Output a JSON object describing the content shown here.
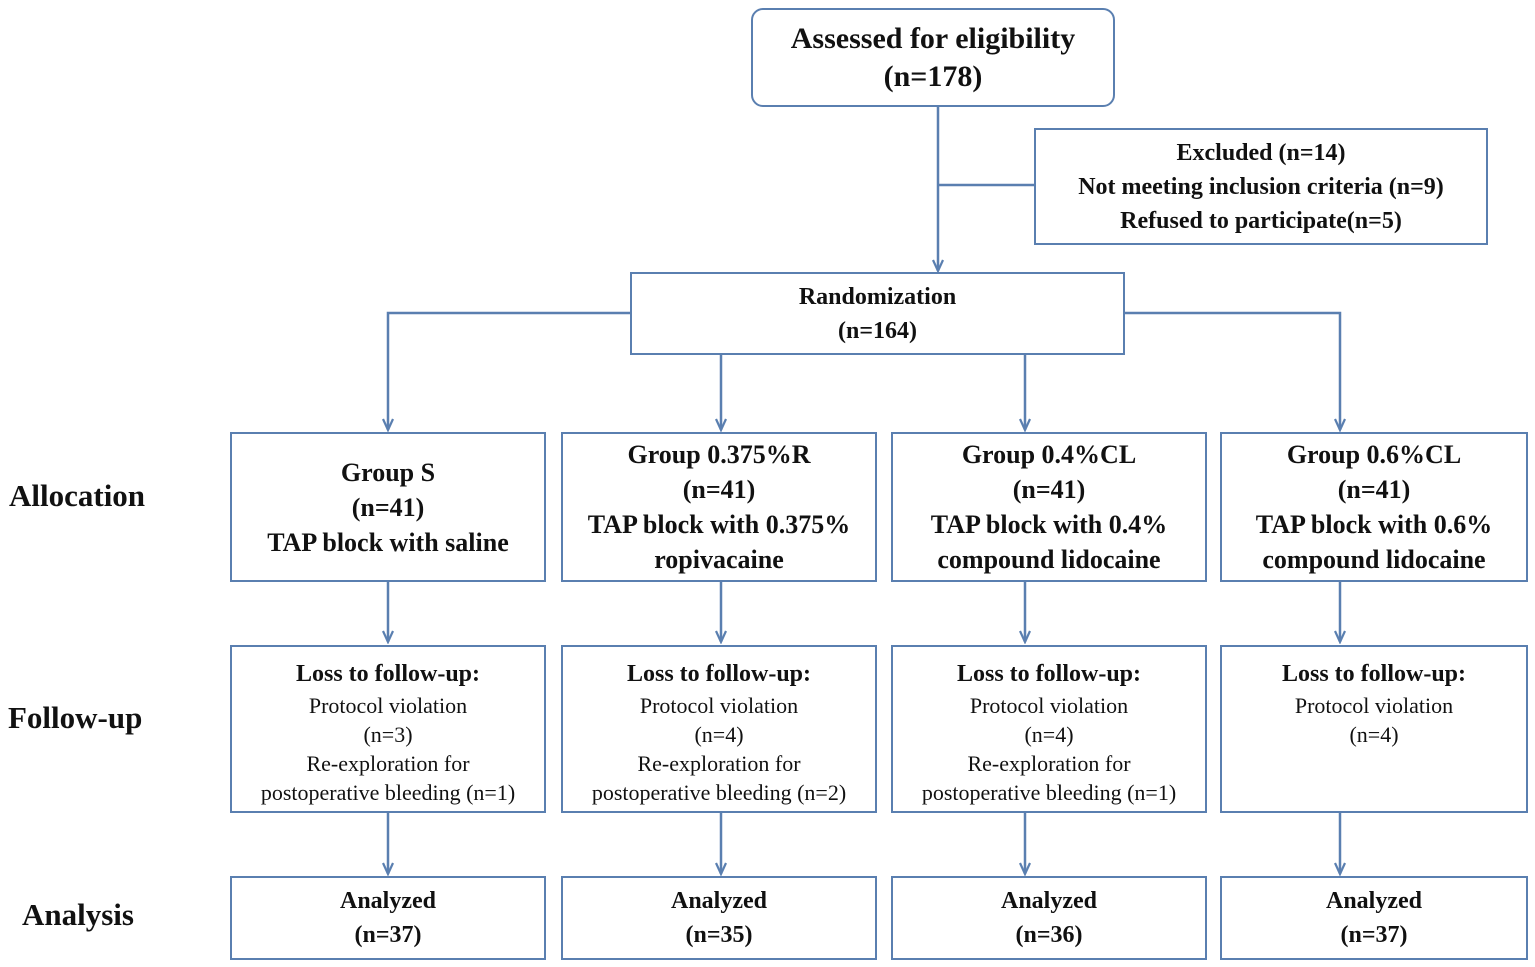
{
  "eligibility": {
    "title": "Assessed for eligibility",
    "count": "(n=178)"
  },
  "excluded": {
    "title": "Excluded (n=14)",
    "line1": "Not meeting inclusion criteria (n=9)",
    "line2": "Refused to participate(n=5)"
  },
  "randomization": {
    "title": "Randomization",
    "count": "(n=164)"
  },
  "stages": {
    "allocation": "Allocation",
    "followup": "Follow-up",
    "analysis": "Analysis"
  },
  "groups": [
    {
      "name": "Group S",
      "count": "(n=41)",
      "desc1": "TAP block with saline",
      "desc2": "",
      "loss_title": "Loss to follow-up:",
      "loss_lines": [
        "Protocol violation",
        "(n=3)",
        "Re-exploration for",
        "postoperative bleeding (n=1)"
      ],
      "analyzed": "Analyzed",
      "analyzed_count": "(n=37)"
    },
    {
      "name": "Group 0.375%R",
      "count": "(n=41)",
      "desc1": "TAP block with 0.375%",
      "desc2": "ropivacaine",
      "loss_title": "Loss to follow-up:",
      "loss_lines": [
        "Protocol violation",
        "(n=4)",
        "Re-exploration for",
        "postoperative bleeding (n=2)"
      ],
      "analyzed": "Analyzed",
      "analyzed_count": "(n=35)"
    },
    {
      "name": "Group 0.4%CL",
      "count": "(n=41)",
      "desc1": "TAP block with 0.4%",
      "desc2": "compound lidocaine",
      "loss_title": "Loss to follow-up:",
      "loss_lines": [
        "Protocol violation",
        "(n=4)",
        "Re-exploration for",
        "postoperative bleeding (n=1)"
      ],
      "analyzed": "Analyzed",
      "analyzed_count": "(n=36)"
    },
    {
      "name": "Group 0.6%CL",
      "count": "(n=41)",
      "desc1": "TAP block with 0.6%",
      "desc2": "compound lidocaine",
      "loss_title": "Loss to follow-up:",
      "loss_lines": [
        "Protocol violation",
        "(n=4)",
        "",
        ""
      ],
      "analyzed": "Analyzed",
      "analyzed_count": "(n=37)"
    }
  ]
}
